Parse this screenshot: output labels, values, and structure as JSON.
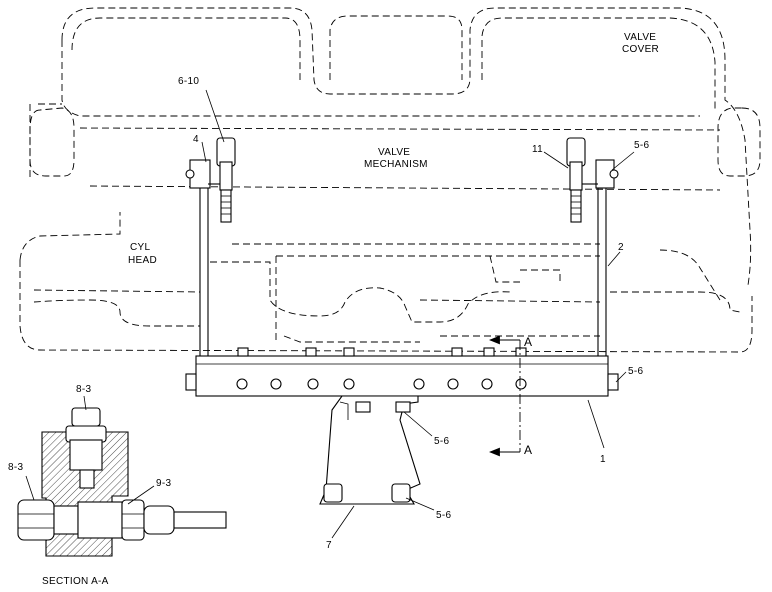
{
  "labels": {
    "valve_cover": [
      "VALVE",
      "COVER"
    ],
    "valve_mechanism": [
      "VALVE",
      "MECHANISM"
    ],
    "cyl_head": [
      "CYL",
      "HEAD"
    ],
    "section": "SECTION A-A",
    "section_marker": "A"
  },
  "callouts": {
    "c_6_10": "6-10",
    "c_4": "4",
    "c_11": "11",
    "c_5_6_top": "5-6",
    "c_2": "2",
    "c_5_6_right": "5-6",
    "c_5_6_mid": "5-6",
    "c_1": "1",
    "c_5_6_low": "5-6",
    "c_7": "7",
    "c_8_3_top": "8-3",
    "c_8_3_left": "8-3",
    "c_9_3": "9-3"
  }
}
